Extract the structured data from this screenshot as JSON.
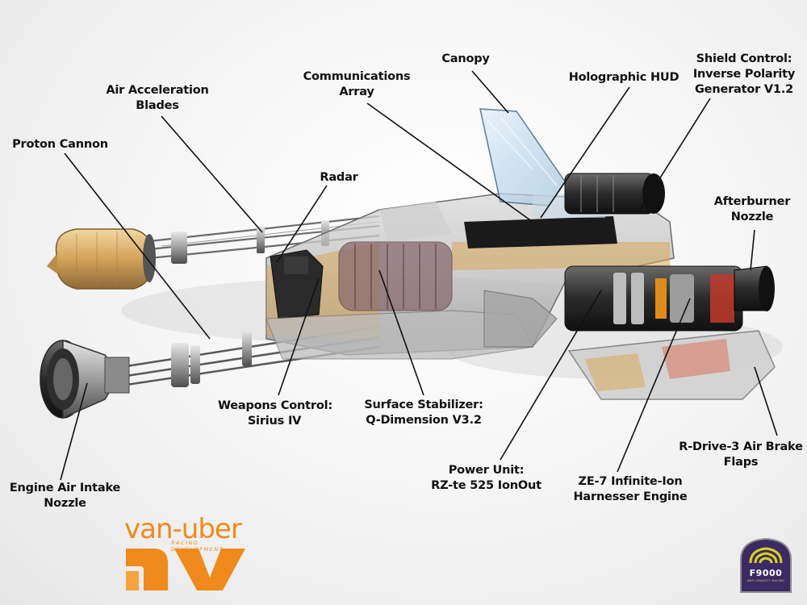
{
  "callouts": [
    {
      "id": "canopy",
      "lines": [
        "Canopy"
      ]
    },
    {
      "id": "communications-array",
      "lines": [
        "Communications",
        "Array"
      ]
    },
    {
      "id": "holographic-hud",
      "lines": [
        "Holographic HUD"
      ]
    },
    {
      "id": "shield-control",
      "lines": [
        "Shield Control:",
        "Inverse Polarity",
        "Generator V1.2"
      ]
    },
    {
      "id": "air-acceleration-blades",
      "lines": [
        "Air Acceleration",
        "Blades"
      ]
    },
    {
      "id": "proton-cannon",
      "lines": [
        "Proton Cannon"
      ]
    },
    {
      "id": "radar",
      "lines": [
        "Radar"
      ]
    },
    {
      "id": "afterburner-nozzle",
      "lines": [
        "Afterburner",
        "Nozzle"
      ]
    },
    {
      "id": "weapons-control",
      "lines": [
        "Weapons Control:",
        "Sirius IV"
      ]
    },
    {
      "id": "surface-stabilizer",
      "lines": [
        "Surface Stabilizer:",
        "Q-Dimension V3.2"
      ]
    },
    {
      "id": "r-drive-air-brake",
      "lines": [
        "R-Drive-3  Air Brake",
        "Flaps"
      ]
    },
    {
      "id": "engine-air-intake",
      "lines": [
        "Engine Air Intake",
        "Nozzle"
      ]
    },
    {
      "id": "power-unit",
      "lines": [
        "Power Unit:",
        "RZ-te 525 IonOut"
      ]
    },
    {
      "id": "ze7-engine",
      "lines": [
        "ZE-7 Infinite-Ion",
        "Harnesser Engine"
      ]
    }
  ],
  "logos": {
    "vanuber": {
      "word": "van-uber",
      "sub": "RACING DEVELOPMENT",
      "color": "#f08a1c"
    },
    "f9000": {
      "word": "F9000",
      "sub": "ANTI-GRAVITY RACING",
      "bg": "#3b2a63",
      "accent": "#d8d21e"
    }
  },
  "colors": {
    "hull_gold": "#d8a65a",
    "hull_grey": "#9a9a9a",
    "glass": "#bcd6e8",
    "leader_line": "#111111"
  }
}
